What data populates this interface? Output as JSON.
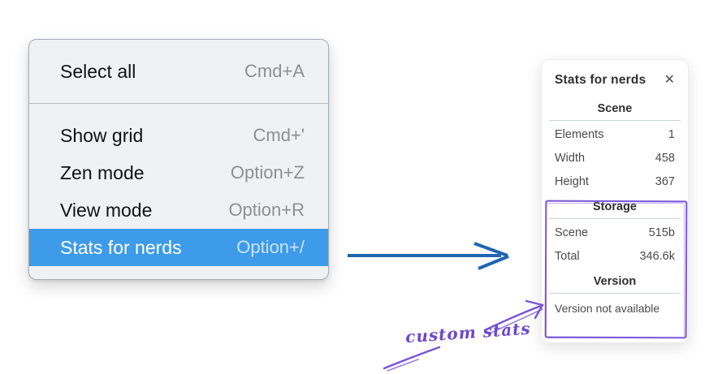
{
  "menu": {
    "section_top": [
      {
        "label": "Select all",
        "shortcut": "Cmd+A"
      }
    ],
    "section_main": [
      {
        "label": "Show grid",
        "shortcut": "Cmd+'"
      },
      {
        "label": "Zen mode",
        "shortcut": "Option+Z"
      },
      {
        "label": "View mode",
        "shortcut": "Option+R"
      },
      {
        "label": "Stats for nerds",
        "shortcut": "Option+/",
        "highlighted": true
      }
    ]
  },
  "stats_panel": {
    "title": "Stats for nerds",
    "close_icon": "✕",
    "scene": {
      "header": "Scene",
      "rows": [
        {
          "label": "Elements",
          "value": "1"
        },
        {
          "label": "Width",
          "value": "458"
        },
        {
          "label": "Height",
          "value": "367"
        }
      ]
    },
    "storage": {
      "header": "Storage",
      "rows": [
        {
          "label": "Scene",
          "value": "515b"
        },
        {
          "label": "Total",
          "value": "346.6k"
        }
      ]
    },
    "version": {
      "header": "Version",
      "note": "Version not available"
    }
  },
  "annotation": {
    "label": "custom stats"
  },
  "colors": {
    "menu_highlight": "#3d9be9",
    "menu_background": "#eff1f2",
    "flow_arrow": "#1f66b0",
    "annotation_purple": "#7a54d8",
    "annotation_text": "#6d49cc"
  }
}
